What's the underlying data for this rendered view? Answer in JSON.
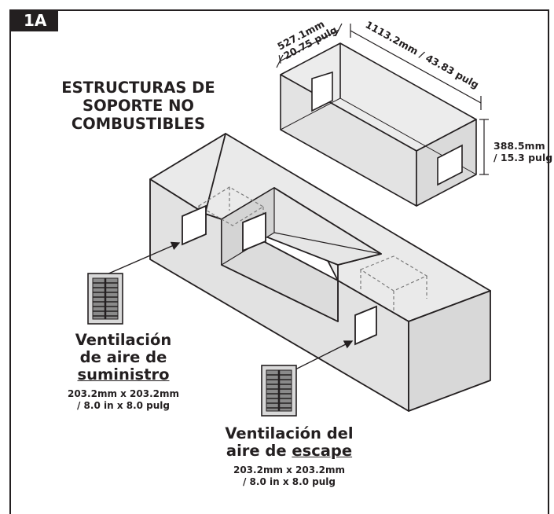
{
  "figure_tag": "1A",
  "title": "ESTRUCTURAS DE SOPORTE NO COMBUSTIBLES",
  "dimensions": {
    "width": "1113.2mm / 43.83 pulg",
    "depth_line1": "527.1mm",
    "depth_line2": "/ 20.75 pulg",
    "height_line1": "388.5mm",
    "height_line2": "/ 15.3 pulg"
  },
  "supply_vent": {
    "title_line1": "Ventilación",
    "title_line2": "de aire de",
    "title_line3": "suministro",
    "size_line1": "203.2mm x 203.2mm",
    "size_line2": "/ 8.0 in x 8.0 pulg"
  },
  "exhaust_vent": {
    "title_line1": "Ventilación del",
    "title_line2_prefix": "aire de ",
    "title_line2_underlined": "escape",
    "size_line1": "203.2mm x 203.2mm",
    "size_line2": "/ 8.0 in x 8.0 pulg"
  }
}
